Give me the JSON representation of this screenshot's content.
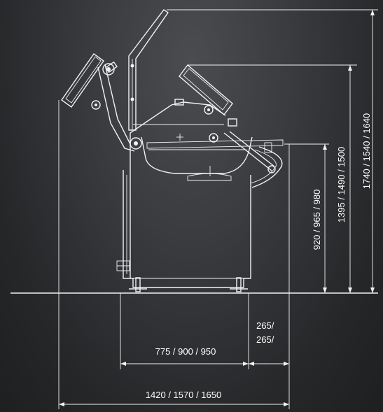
{
  "drawing": {
    "name": "machine-side-elevation",
    "style": {
      "line_color": "#f2f2f2",
      "background": "#2b2d30"
    }
  },
  "dimensions": {
    "total_height": "1740 / 1540 / 1640",
    "outlet_height": "1395 / 1490 / 1500",
    "bowl_height": "920 / 965 / 980",
    "offset_1": "265/",
    "offset_2": "265/",
    "base_depth": "775 / 900 / 950",
    "total_depth": "1420 / 1570 / 1650"
  }
}
